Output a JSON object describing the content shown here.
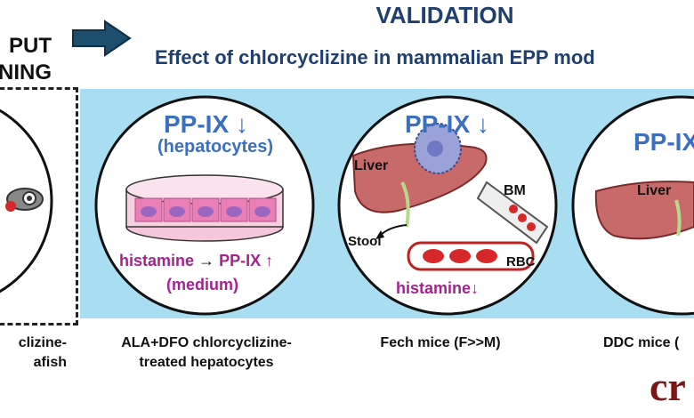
{
  "header": {
    "left_line1": "PUT",
    "left_line2": "NING",
    "title": "VALIDATION",
    "subtitle": "Effect of chlorcyclizine in mammalian EPP mod"
  },
  "panel1": {
    "title": "PP-IX",
    "title_sub": "(hepatocytes)",
    "histamine": "histamine",
    "ppix": "PP-IX",
    "medium": "(medium)",
    "caption_line1": "ALA+DFO chlorcyclizine-",
    "caption_line2": "treated hepatocytes"
  },
  "panel2": {
    "title": "PP-IX",
    "liver": "Liver",
    "bm": "BM",
    "stool": "Stool",
    "rbc": "RBC",
    "histamine": "histamine",
    "caption": "Fech mice (F>>M)"
  },
  "panel3": {
    "title": "PP-IX",
    "liver": "Liver",
    "caption": "DDC mice ("
  },
  "left": {
    "caption_line1": "clizine-",
    "caption_line2": "afish"
  },
  "logo": "cr",
  "colors": {
    "navy": "#1f3f6e",
    "blue": "#3a6fc4",
    "purple": "#a3248f",
    "band": "#a9ddf1",
    "arrow": "#1d4e6e"
  }
}
